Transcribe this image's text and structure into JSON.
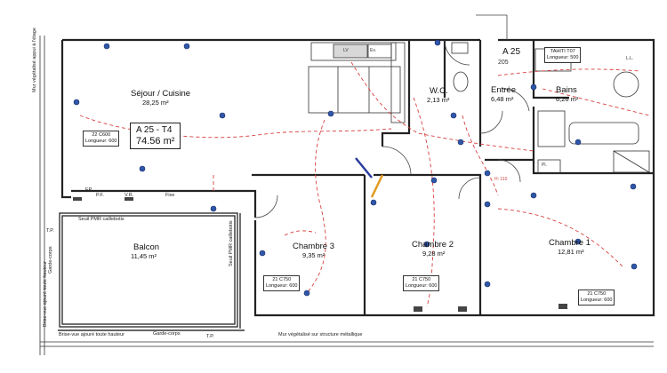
{
  "apartment": {
    "id": "A 25 - T4",
    "total_area": "74.56 m²",
    "door_tag_id": "A 25",
    "door_tag_num": "205"
  },
  "rooms": [
    {
      "name": "Séjour / Cuisine",
      "area": "28,25 m²"
    },
    {
      "name": "W.C.",
      "area": "2,13 m²"
    },
    {
      "name": "Entrée",
      "area": "6,48 m²"
    },
    {
      "name": "Bains",
      "area": "6,26 m²"
    },
    {
      "name": "Chambre 3",
      "area": "9,35 m²"
    },
    {
      "name": "Chambre 2",
      "area": "9,28 m²"
    },
    {
      "name": "Chambre 1",
      "area": "12,81 m²"
    },
    {
      "name": "Balcon",
      "area": "11,45 m²"
    }
  ],
  "heaters": [
    {
      "model": "22 C600",
      "length": "Longueur: 600"
    },
    {
      "model": "21 C750",
      "length": "Longueur: 600"
    },
    {
      "model": "21 C750",
      "length": "Longueur: 600"
    },
    {
      "model": "21 C750",
      "length": "Longueur: 600"
    },
    {
      "model": "TAHITI T07",
      "length": "Longueur: 500"
    }
  ],
  "annotations": {
    "mur_vegetal_left": "Mur végétalisé appui à l'étage",
    "mur_vegetal_bottom": "Mur végétalisé sur structure métallique",
    "seuil_balcon": "Seuil PMR caillebotis",
    "seuil_vertical": "Seuil PMR caillebotis",
    "garde_corps": "Garde-corps",
    "garde_corps_left": "Garde-corps",
    "garde_corps_left2": "Garde-corps",
    "brise_vue": "Brise-vue ajouré toute hauteur",
    "brise_vue2": "Brise-vue ajouré toute hauteur",
    "tp": "T.P.",
    "tp2": "T.P.",
    "ep": "EP",
    "pf": "P.F.",
    "vr": "V.R.",
    "fixe": "Fixe",
    "lv": "LV",
    "ev": "Ev.",
    "ll": "L.L.",
    "pl": "Pl.",
    "ht": "H: 110"
  }
}
